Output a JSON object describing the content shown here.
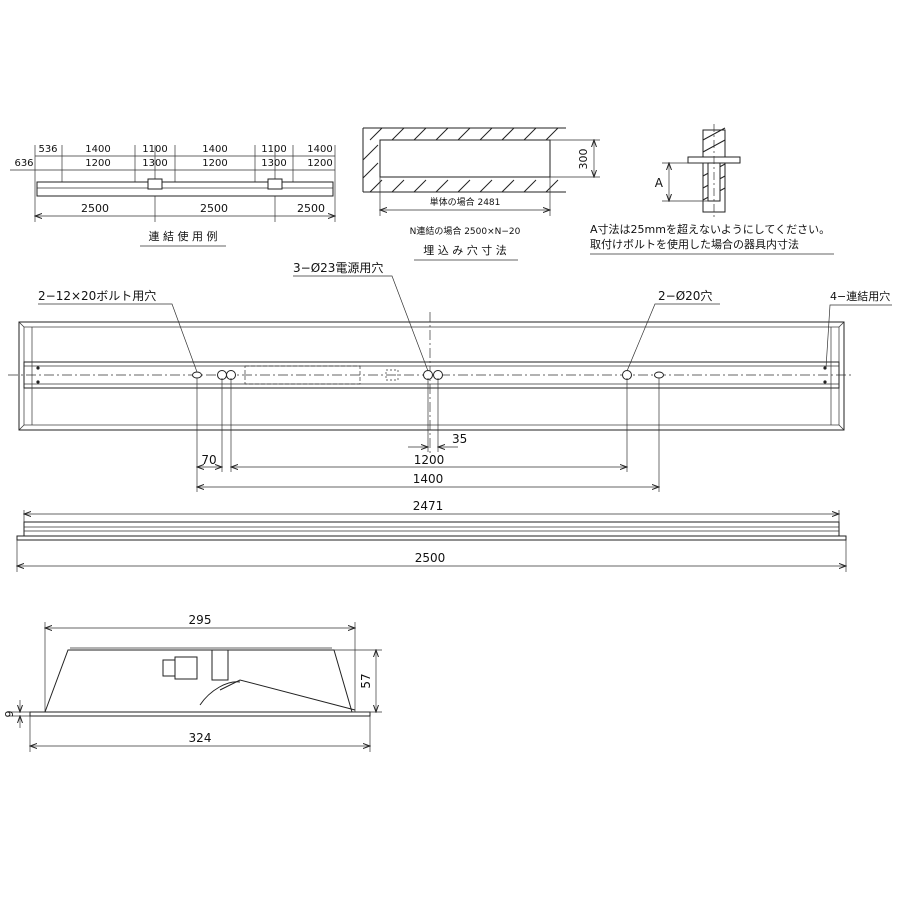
{
  "connection_example": {
    "top_dims": [
      "536",
      "1400",
      "1100",
      "1400",
      "1100",
      "1400"
    ],
    "mid_dims": [
      "636",
      "1200",
      "1300",
      "1200",
      "1300",
      "1200"
    ],
    "bottom_dims": [
      "2500",
      "2500",
      "2500"
    ],
    "caption": "連 結 使 用 例"
  },
  "recess": {
    "height_dim": "300",
    "single_label": "単体の場合  2481",
    "n_label": "N連結の場合  2500×N−20",
    "caption": "埋 込 み 穴 寸 法"
  },
  "a_detail": {
    "a_label": "A",
    "note1": "A寸法は25mmを超えないようにしてください。",
    "note2": "取付けボルトを使用した場合の器具内寸法"
  },
  "plan_view": {
    "callout_power": "3−Ø23電源用穴",
    "callout_bolt": "2−12×20ボルト用穴",
    "callout_hole20": "2−Ø20穴",
    "callout_connect": "4−連結用穴",
    "dim_35": "35",
    "dim_70": "70",
    "dim_1200": "1200",
    "dim_1400": "1400"
  },
  "side_view": {
    "dim_2471": "2471",
    "dim_2500": "2500"
  },
  "section_view": {
    "dim_295": "295",
    "dim_57": "57",
    "dim_9": "9",
    "dim_324": "324"
  }
}
